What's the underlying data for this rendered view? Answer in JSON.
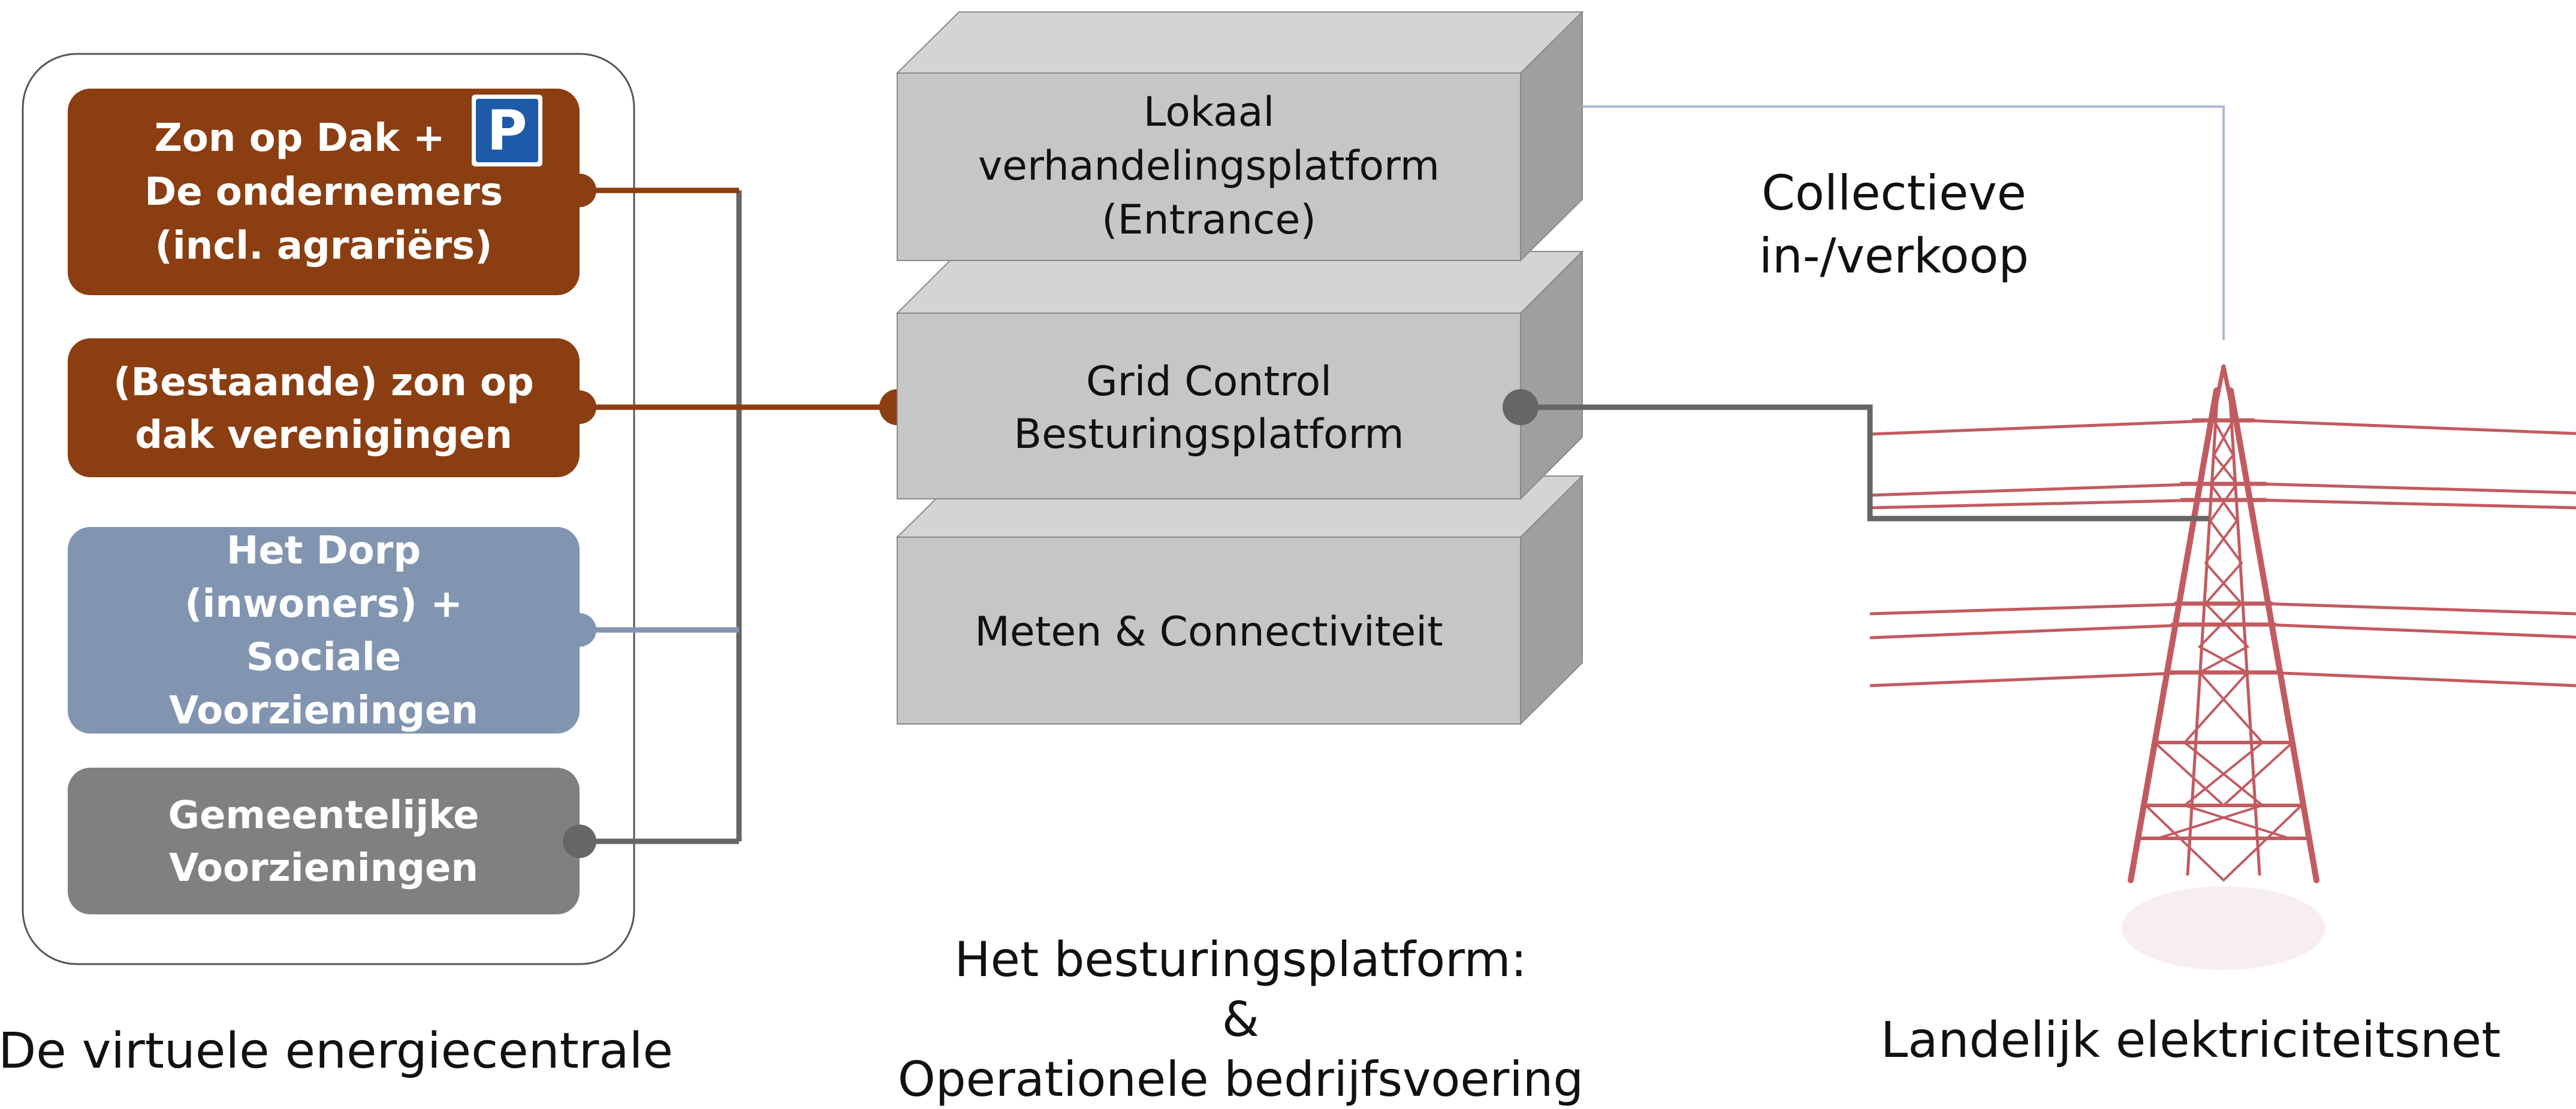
{
  "colors": {
    "brown": "#8B3E11",
    "blue": "#8195B1",
    "gray": "#808080",
    "connector_gray": "#666666",
    "block_face": "#C6C6C6",
    "block_top": "#D4D4D4",
    "block_side": "#9F9F9F",
    "parking_blue": "#1D5AA8",
    "pylon_red": "#C25B60",
    "thin_blue": "#A9BBD0"
  },
  "left_group": {
    "caption": "De virtuele energiecentrale",
    "boxes": [
      {
        "lines": [
          "Zon op Dak +",
          "De ondernemers",
          "(incl. agrariërs)"
        ],
        "icon": "parking-icon",
        "icon_text": "P"
      },
      {
        "lines": [
          "(Bestaande) zon op",
          "dak verenigingen"
        ]
      },
      {
        "lines": [
          "Het Dorp",
          "(inwoners) +",
          "Sociale",
          "Voorzieningen"
        ]
      },
      {
        "lines": [
          "Gemeentelijke",
          "Voorzieningen"
        ]
      }
    ]
  },
  "platform": {
    "layers": [
      {
        "lines": [
          "Lokaal",
          "verhandelingsplatform",
          "(Entrance)"
        ]
      },
      {
        "lines": [
          "Grid Control",
          "Besturingsplatform"
        ]
      },
      {
        "lines": [
          "Meten & Connectiviteit"
        ]
      }
    ],
    "caption_lines": [
      "Het besturingsplatform:",
      "&",
      "Operationele bedrijfsvoering"
    ]
  },
  "grid": {
    "label_lines": [
      "Collectieve",
      "in-/verkoop"
    ],
    "caption": "Landelijk elektriciteitsnet",
    "icon": "power-pylon-icon"
  }
}
